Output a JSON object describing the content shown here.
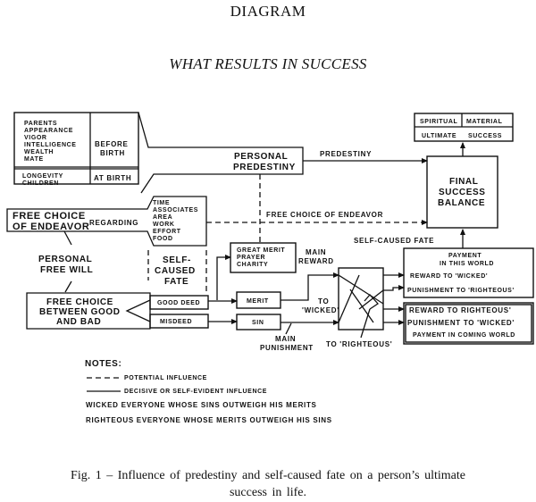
{
  "header": {
    "title": "DIAGRAM",
    "subtitle": "WHAT RESULTS IN SUCCESS"
  },
  "diagram": {
    "attributes_box": {
      "before_birth_items": [
        "PARENTS",
        "APPEARANCE",
        "VIGOR",
        "INTELLIGENCE",
        "WEALTH",
        "MATE"
      ],
      "before_birth_label": [
        "BEFORE",
        "BIRTH"
      ],
      "at_birth_items": [
        "LONGEVITY",
        "CHILDREN"
      ],
      "at_birth_label": "AT BIRTH"
    },
    "personal_predestiny": [
      "PERSONAL",
      "PREDESTINY"
    ],
    "predestiny_edge_label": "PREDESTINY",
    "ultimate_success": {
      "spiritual": "SPIRITUAL",
      "material": "MATERIAL",
      "ultimate": "ULTIMATE",
      "success": "SUCCESS"
    },
    "final_success_balance": [
      "FINAL",
      "SUCCESS",
      "BALANCE"
    ],
    "free_choice_endeavor": [
      "FREE CHOICE",
      "OF ENDEAVOR"
    ],
    "regarding_label": "REGARDING",
    "endeavor_items": [
      "TIME",
      "ASSOCIATES",
      "AREA",
      "WORK",
      "EFFORT",
      "FOOD"
    ],
    "free_choice_edge_label": "FREE CHOICE  OF  ENDEAVOR",
    "self_caused_fate_edge_label": "SELF-CAUSED FATE",
    "personal_free_will": [
      "PERSONAL",
      "FREE WILL"
    ],
    "self_caused_fate": [
      "SELF-",
      "CAUSED",
      "FATE"
    ],
    "great_merit_box": [
      "GREAT MERIT",
      "PRAYER",
      "CHARITY"
    ],
    "main_reward": [
      "MAIN",
      "REWARD"
    ],
    "free_choice_good_bad": [
      "FREE CHOICE",
      "BETWEEN GOOD",
      "AND BAD"
    ],
    "good_deed": "GOOD DEED",
    "misdeed": "MISDEED",
    "merit": "MERIT",
    "sin": "SIN",
    "to_wicked": [
      "TO",
      "'WICKED'"
    ],
    "to_righteous": "TO 'RIGHTEOUS'",
    "main_punishment": [
      "MAIN",
      "PUNISHMENT"
    ],
    "payment_this_world": {
      "title": [
        "PAYMENT",
        "IN THIS WORLD"
      ],
      "reward": "REWARD  TO  'WICKED'",
      "punishment": "PUNISHMENT  TO 'RIGHTEOUS'"
    },
    "payment_coming_world": {
      "reward": "REWARD  TO  RIGHTEOUS'",
      "punishment": "PUNISHMENT  TO  'WICKED'",
      "title": "PAYMENT  IN COMING WORLD"
    }
  },
  "notes": {
    "heading": "NOTES:",
    "potential": "POTENTIAL INFLUENCE",
    "decisive": "DECISIVE OR SELF-EVIDENT INFLUENCE",
    "wicked": "WICKED   EVERYONE  WHOSE  SINS  OUTWEIGH  HIS  MERITS",
    "righteous": "RIGHTEOUS   EVERYONE  WHOSE  MERITS  OUTWEIGH  HIS  SINS"
  },
  "caption": {
    "line1": "Fig. 1 – Influence of predestiny and self-caused fate  on a person’s ultimate",
    "line2": "success in life."
  }
}
